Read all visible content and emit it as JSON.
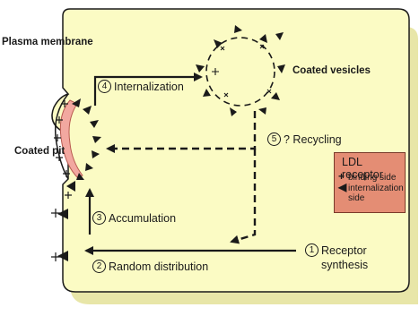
{
  "labels": {
    "plasma_membrane": "Plasma membrane",
    "coated_vesicles": "Coated vesicles",
    "coated_pit": "Coated pit"
  },
  "steps": [
    {
      "num": "1",
      "text": "Receptor",
      "text2": "synthesis"
    },
    {
      "num": "2",
      "text": "Random distribution"
    },
    {
      "num": "3",
      "text": "Accumulation"
    },
    {
      "num": "4",
      "text": "Internalization"
    },
    {
      "num": "5",
      "text": "? Recycling"
    }
  ],
  "legend": {
    "title": "LDL receptor",
    "binding": "binding side",
    "internalization": "internalization",
    "internalization2": "side",
    "binding_icon": "plus-symbol",
    "internalization_icon": "triangle-symbol"
  },
  "colors": {
    "cell_fill": "#fbfbc4",
    "cell_stroke": "#1a1a1a",
    "legend_fill": "#e48d74",
    "coat_fill": "#f2a8a0"
  }
}
